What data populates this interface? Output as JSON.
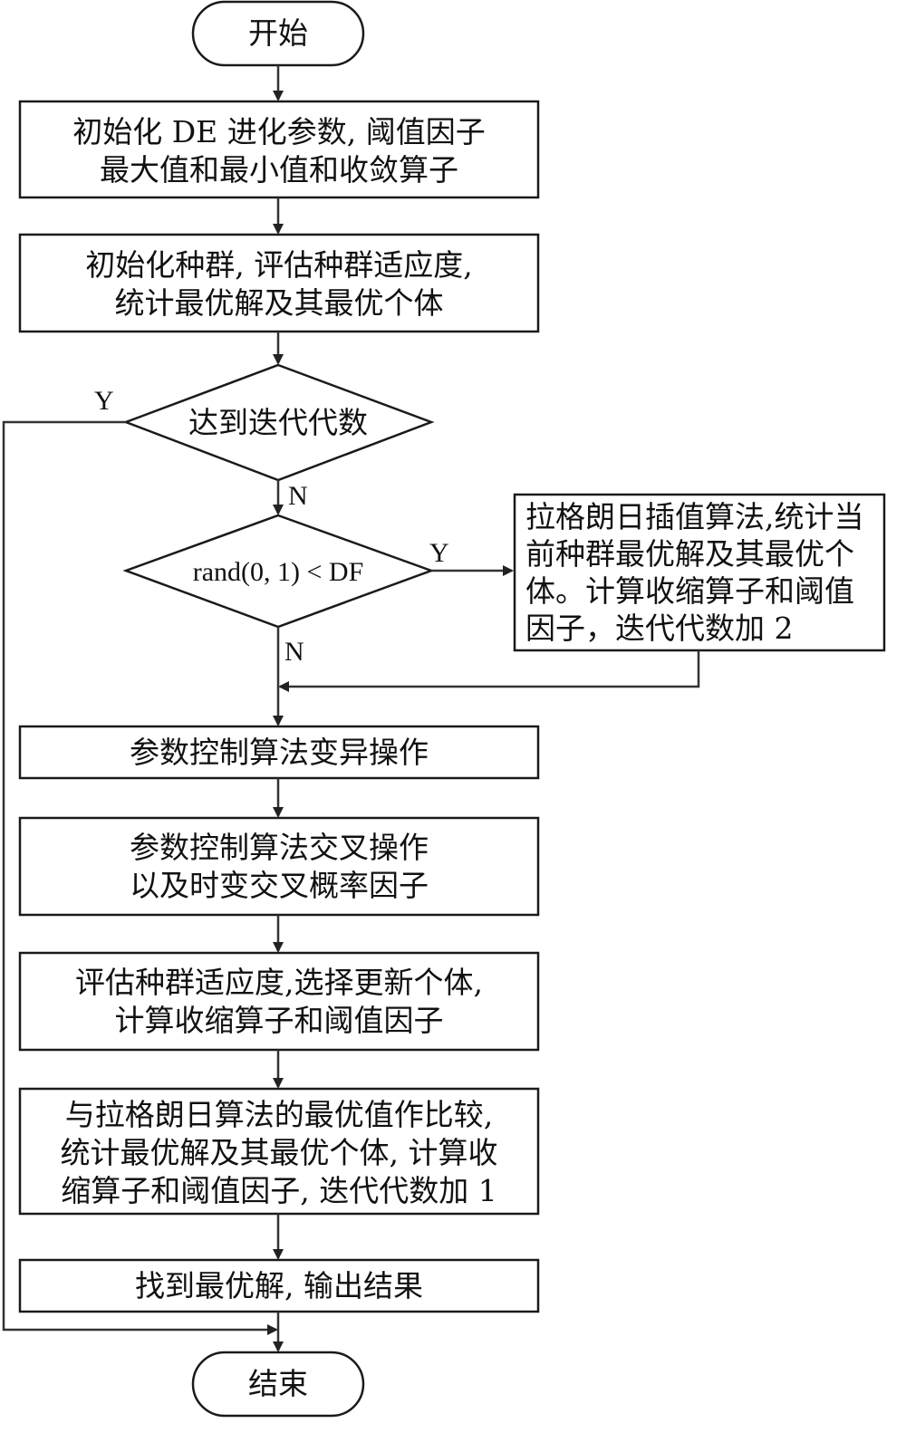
{
  "start": "开始",
  "end": "结束",
  "init_params": {
    "line1": "初始化 DE 进化参数, 阈值因子",
    "line2": "最大值和最小值和收敛算子"
  },
  "init_pop": {
    "line1": "初始化种群, 评估种群适应度,",
    "line2": "统计最优解及其最优个体"
  },
  "decision_iter": {
    "text": "达到迭代代数",
    "yes": "Y",
    "no": "N"
  },
  "decision_rand": {
    "text": "rand(0, 1) < DF",
    "yes": "Y",
    "no": "N"
  },
  "lagrange": {
    "line1": "拉格朗日插值算法,统计当",
    "line2": "前种群最优解及其最优个",
    "line3": "体。计算收缩算子和阈值",
    "line4": "因子，迭代代数加 2"
  },
  "mutation": {
    "line1": "参数控制算法变异操作"
  },
  "crossover": {
    "line1": "参数控制算法交叉操作",
    "line2": "以及时变交叉概率因子"
  },
  "evaluate": {
    "line1": "评估种群适应度,选择更新个体,",
    "line2": "计算收缩算子和阈值因子"
  },
  "compare": {
    "line1": "与拉格朗日算法的最优值作比较,",
    "line2": "统计最优解及其最优个体, 计算收",
    "line3": "缩算子和阈值因子, 迭代代数加 1"
  },
  "output": {
    "line1": "找到最优解, 输出结果"
  }
}
